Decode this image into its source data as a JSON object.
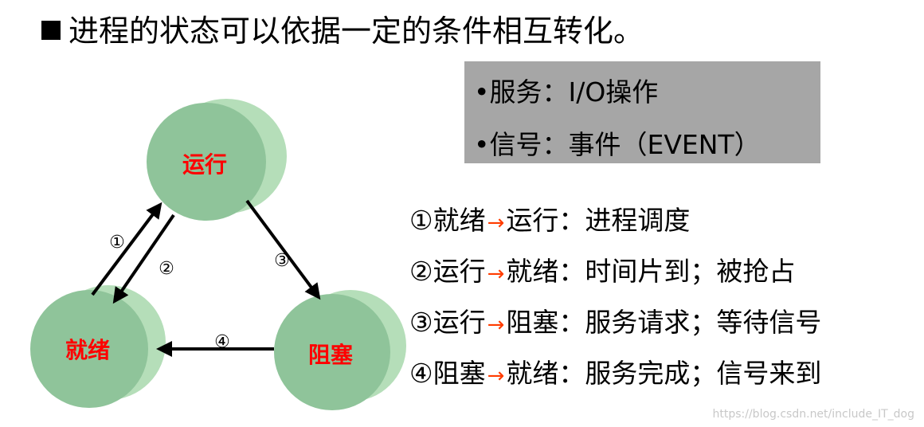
{
  "title": "进程的状态可以依据一定的条件相互转化。",
  "info": {
    "service": "•服务：I/O操作",
    "signal": "•信号：事件（EVENT）"
  },
  "states": {
    "running": "运行",
    "ready": "就绪",
    "blocked": "阻塞"
  },
  "edge_labels": [
    "①",
    "②",
    "③",
    "④"
  ],
  "transitions": [
    {
      "num": "①",
      "from": "就绪",
      "to": "运行：进程调度"
    },
    {
      "num": "②",
      "from": "运行",
      "to": "就绪：时间片到；被抢占"
    },
    {
      "num": "③",
      "from": "运行",
      "to": "阻塞：服务请求；等待信号"
    },
    {
      "num": "④",
      "from": "阻塞",
      "to": "就绪：服务完成；信号来到"
    }
  ],
  "transition_arrow": "→",
  "watermark": "https://blog.csdn.net/include_IT_dog",
  "colors": {
    "node_fill": "#8fc49a",
    "node_shadow": "#b5deb9",
    "state_text": "#ff0000",
    "arrow_accent": "#ff3c00",
    "info_bg": "#a6a6a6"
  }
}
